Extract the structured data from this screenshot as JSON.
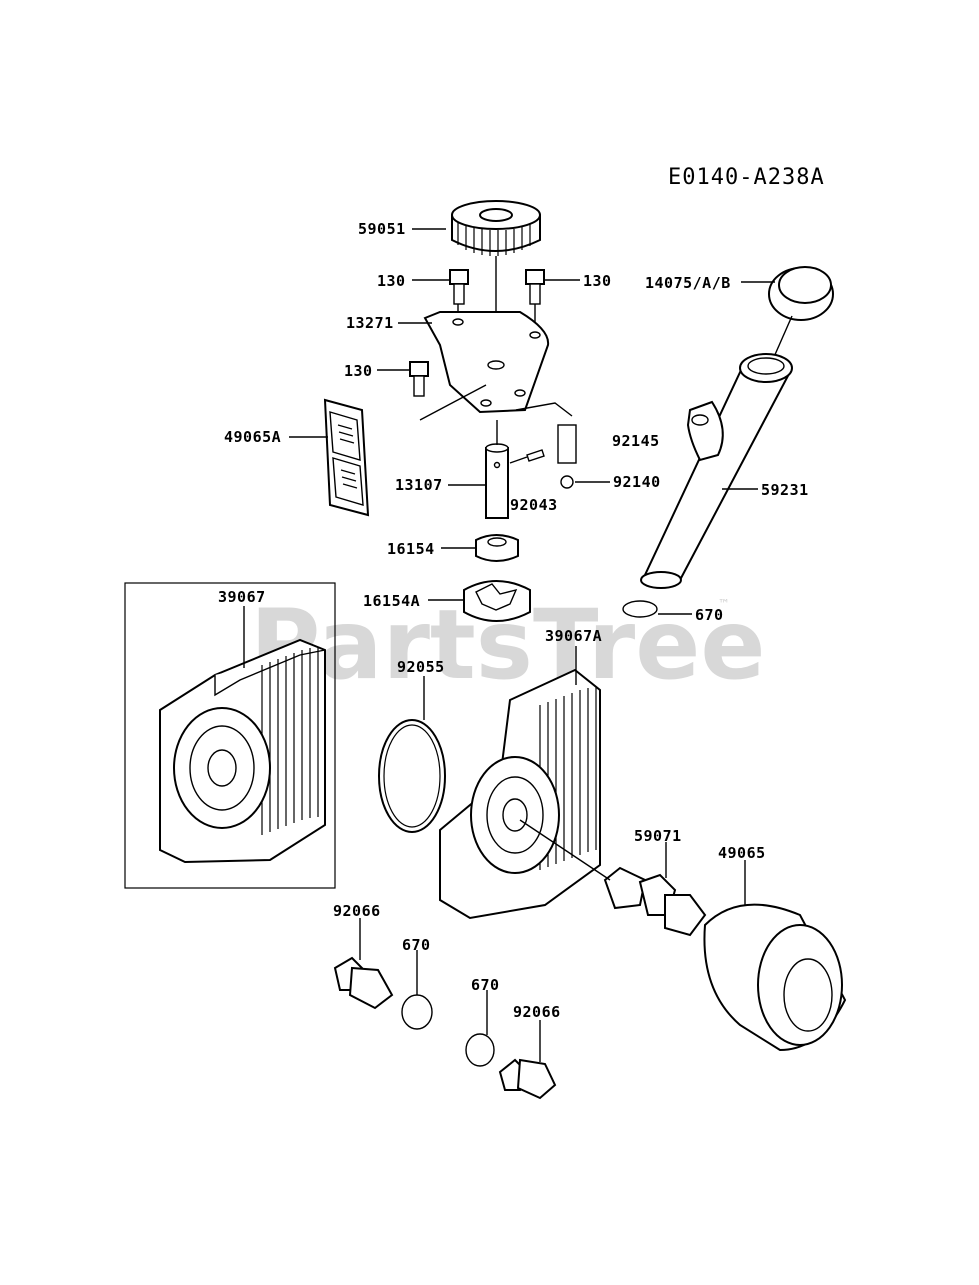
{
  "diagram_code": "E0140-A238A",
  "watermark": {
    "text": "PartsTree",
    "trademark": "™"
  },
  "labels": {
    "p59051": "59051",
    "p130_left_top": "130",
    "p130_right_top": "130",
    "p130_left_mid": "130",
    "p13271": "13271",
    "p14075": "14075/A/B",
    "p49065A": "49065A",
    "p92145": "92145",
    "p13107": "13107",
    "p92043": "92043",
    "p92140": "92140",
    "p59231": "59231",
    "p16154": "16154",
    "p16154A": "16154A",
    "p670_tube": "670",
    "p39067": "39067",
    "p39067A": "39067A",
    "p92055": "92055",
    "p59071": "59071",
    "p49065": "49065",
    "p92066_left": "92066",
    "p670_left": "670",
    "p670_right": "670",
    "p92066_right": "92066"
  }
}
